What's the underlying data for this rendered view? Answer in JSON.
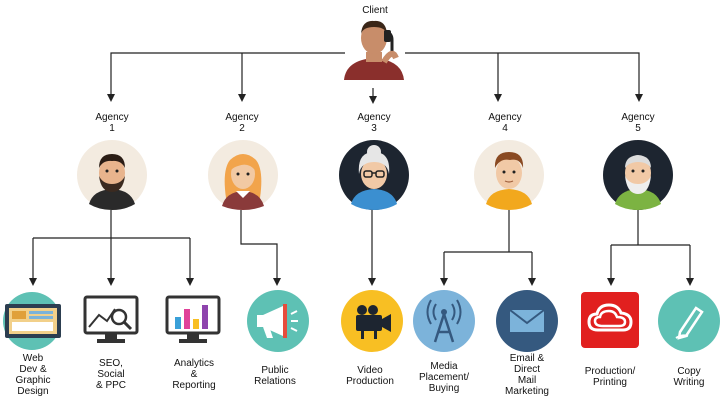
{
  "client": {
    "label": "Client",
    "icon": "client-on-phone-icon"
  },
  "agencies": [
    {
      "label": "Agency\n1",
      "icon": "bearded-man-avatar-icon"
    },
    {
      "label": "Agency\n2",
      "icon": "blonde-woman-avatar-icon"
    },
    {
      "label": "Agency\n3",
      "icon": "grey-haired-woman-glasses-avatar-icon"
    },
    {
      "label": "Agency\n4",
      "icon": "young-man-avatar-icon"
    },
    {
      "label": "Agency\n5",
      "icon": "white-bearded-man-avatar-icon"
    }
  ],
  "services": [
    {
      "label": "Web\nDev &\nGraphic\nDesign",
      "icon": "website-screen-icon"
    },
    {
      "label": "SEO,\nSocial\n& PPC",
      "icon": "magnifier-chart-monitor-icon"
    },
    {
      "label": "Analytics\n&\nReporting",
      "icon": "bar-chart-monitor-icon"
    },
    {
      "label": "Public\nRelations",
      "icon": "megaphone-icon"
    },
    {
      "label": "Video\nProduction",
      "icon": "video-camera-icon"
    },
    {
      "label": "Media\nPlacement/\nBuying",
      "icon": "broadcast-antenna-icon"
    },
    {
      "label": "Email &\nDirect\nMail\nMarketing",
      "icon": "envelope-icon"
    },
    {
      "label": "Production/\nPrinting",
      "icon": "creative-cloud-logo-icon"
    },
    {
      "label": "Copy\nWriting",
      "icon": "pen-icon"
    }
  ],
  "colors": {
    "line": "#222222",
    "avatar_bg": "#f3ebe0",
    "avatar_dark_bg": "#1d2530",
    "service_teal": "#5ec1b4",
    "service_blue": "#7cb3da",
    "service_navy": "#35597f",
    "service_yellow": "#f8bf23",
    "service_red": "#e1201f"
  }
}
